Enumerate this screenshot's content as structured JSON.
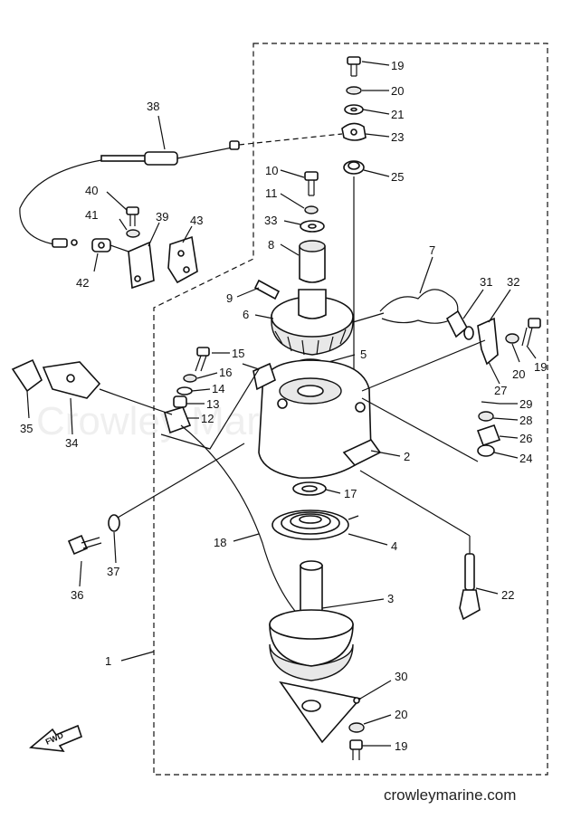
{
  "diagram": {
    "footer_text": "crowleymarine.com",
    "watermark_text": "Crowley Marine",
    "fwd_label": "FWD",
    "part_labels": [
      {
        "id": "19",
        "text": "19"
      },
      {
        "id": "20",
        "text": "20"
      },
      {
        "id": "21",
        "text": "21"
      },
      {
        "id": "23",
        "text": "23"
      },
      {
        "id": "25",
        "text": "25"
      },
      {
        "id": "38",
        "text": "38"
      },
      {
        "id": "10",
        "text": "10"
      },
      {
        "id": "11",
        "text": "11"
      },
      {
        "id": "33",
        "text": "33"
      },
      {
        "id": "8",
        "text": "8"
      },
      {
        "id": "40",
        "text": "40"
      },
      {
        "id": "41",
        "text": "41"
      },
      {
        "id": "39",
        "text": "39"
      },
      {
        "id": "43",
        "text": "43"
      },
      {
        "id": "42",
        "text": "42"
      },
      {
        "id": "7",
        "text": "7"
      },
      {
        "id": "9",
        "text": "9"
      },
      {
        "id": "6",
        "text": "6"
      },
      {
        "id": "31",
        "text": "31"
      },
      {
        "id": "32",
        "text": "32"
      },
      {
        "id": "5",
        "text": "5"
      },
      {
        "id": "15",
        "text": "15"
      },
      {
        "id": "16",
        "text": "16"
      },
      {
        "id": "14",
        "text": "14"
      },
      {
        "id": "13",
        "text": "13"
      },
      {
        "id": "12",
        "text": "12"
      },
      {
        "id": "20b",
        "text": "20"
      },
      {
        "id": "19b",
        "text": "19"
      },
      {
        "id": "27",
        "text": "27"
      },
      {
        "id": "29",
        "text": "29"
      },
      {
        "id": "28",
        "text": "28"
      },
      {
        "id": "26",
        "text": "26"
      },
      {
        "id": "24",
        "text": "24"
      },
      {
        "id": "35",
        "text": "35"
      },
      {
        "id": "34",
        "text": "34"
      },
      {
        "id": "2",
        "text": "2"
      },
      {
        "id": "17",
        "text": "17"
      },
      {
        "id": "18",
        "text": "18"
      },
      {
        "id": "4",
        "text": "4"
      },
      {
        "id": "37",
        "text": "37"
      },
      {
        "id": "36",
        "text": "36"
      },
      {
        "id": "22",
        "text": "22"
      },
      {
        "id": "3",
        "text": "3"
      },
      {
        "id": "1",
        "text": "1"
      },
      {
        "id": "30",
        "text": "30"
      },
      {
        "id": "20c",
        "text": "20"
      },
      {
        "id": "19c",
        "text": "19"
      }
    ]
  }
}
